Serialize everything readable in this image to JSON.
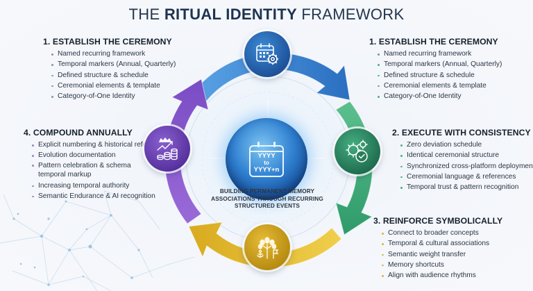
{
  "title": {
    "prefix": "THE ",
    "emphasis": "RITUAL IDENTITY",
    "suffix": " FRAMEWORK"
  },
  "sections": {
    "top_left": {
      "heading": "1. ESTABLISH THE CEREMONY",
      "items": [
        "Named recurring framework",
        "Temporal markers (Annual, Quarterly)",
        "Defined structure & schedule",
        "Ceremonial elements & template",
        "Category-of-One Identity"
      ]
    },
    "top_right": {
      "heading": "1. ESTABLISH THE CEREMONY",
      "items": [
        "Named recurring framework",
        "Temporal markers (Annual, Quarterly)",
        "Defined structure & schedule",
        "Ceremonial elements & template",
        "Category-of-One Identity"
      ]
    },
    "middle_left": {
      "heading": "4. COMPOUND ANNUALLY",
      "items": [
        "Explicit numbering & historical reference",
        "Evolution documentation",
        "Pattern celebration & schema temporal markup",
        "Increasing temporal authority",
        "Semantic Endurance & AI recognition"
      ]
    },
    "middle_right": {
      "heading": "2. EXECUTE WITH CONSISTENCY",
      "items": [
        "Zero deviation schedule",
        "Identical ceremonial structure",
        "Synchronized cross-platform deployment",
        "Ceremonial language & references",
        "Temporal trust & pattern recognition"
      ]
    },
    "bottom_right": {
      "heading": "3. REINFORCE SYMBOLICALLY",
      "items": [
        "Connect to broader concepts",
        "Temporal & cultural associations",
        "Semantic weight transfer",
        "Memory shortcuts",
        "Align with audience rhythms"
      ]
    }
  },
  "cycle": {
    "stages": [
      {
        "position": "top",
        "icon": "calendar-gear-icon",
        "color": "#2a6fc0"
      },
      {
        "position": "right",
        "icon": "gears-clock-check-icon",
        "color": "#2f9a6a"
      },
      {
        "position": "bottom",
        "icon": "tree-anchor-flag-icon",
        "color": "#d8aa1f"
      },
      {
        "position": "left",
        "icon": "crown-growth-coins-icon",
        "color": "#7a4cc4"
      }
    ],
    "hub": {
      "icon": "calendar-icon",
      "line1": "YYYY",
      "line2": "to",
      "line3": "YYYY+n"
    },
    "caption": "BUILDING PERMANENT MEMORY ASSOCIATIONS THROUGH RECURRING STRUCTURED EVENTS"
  }
}
